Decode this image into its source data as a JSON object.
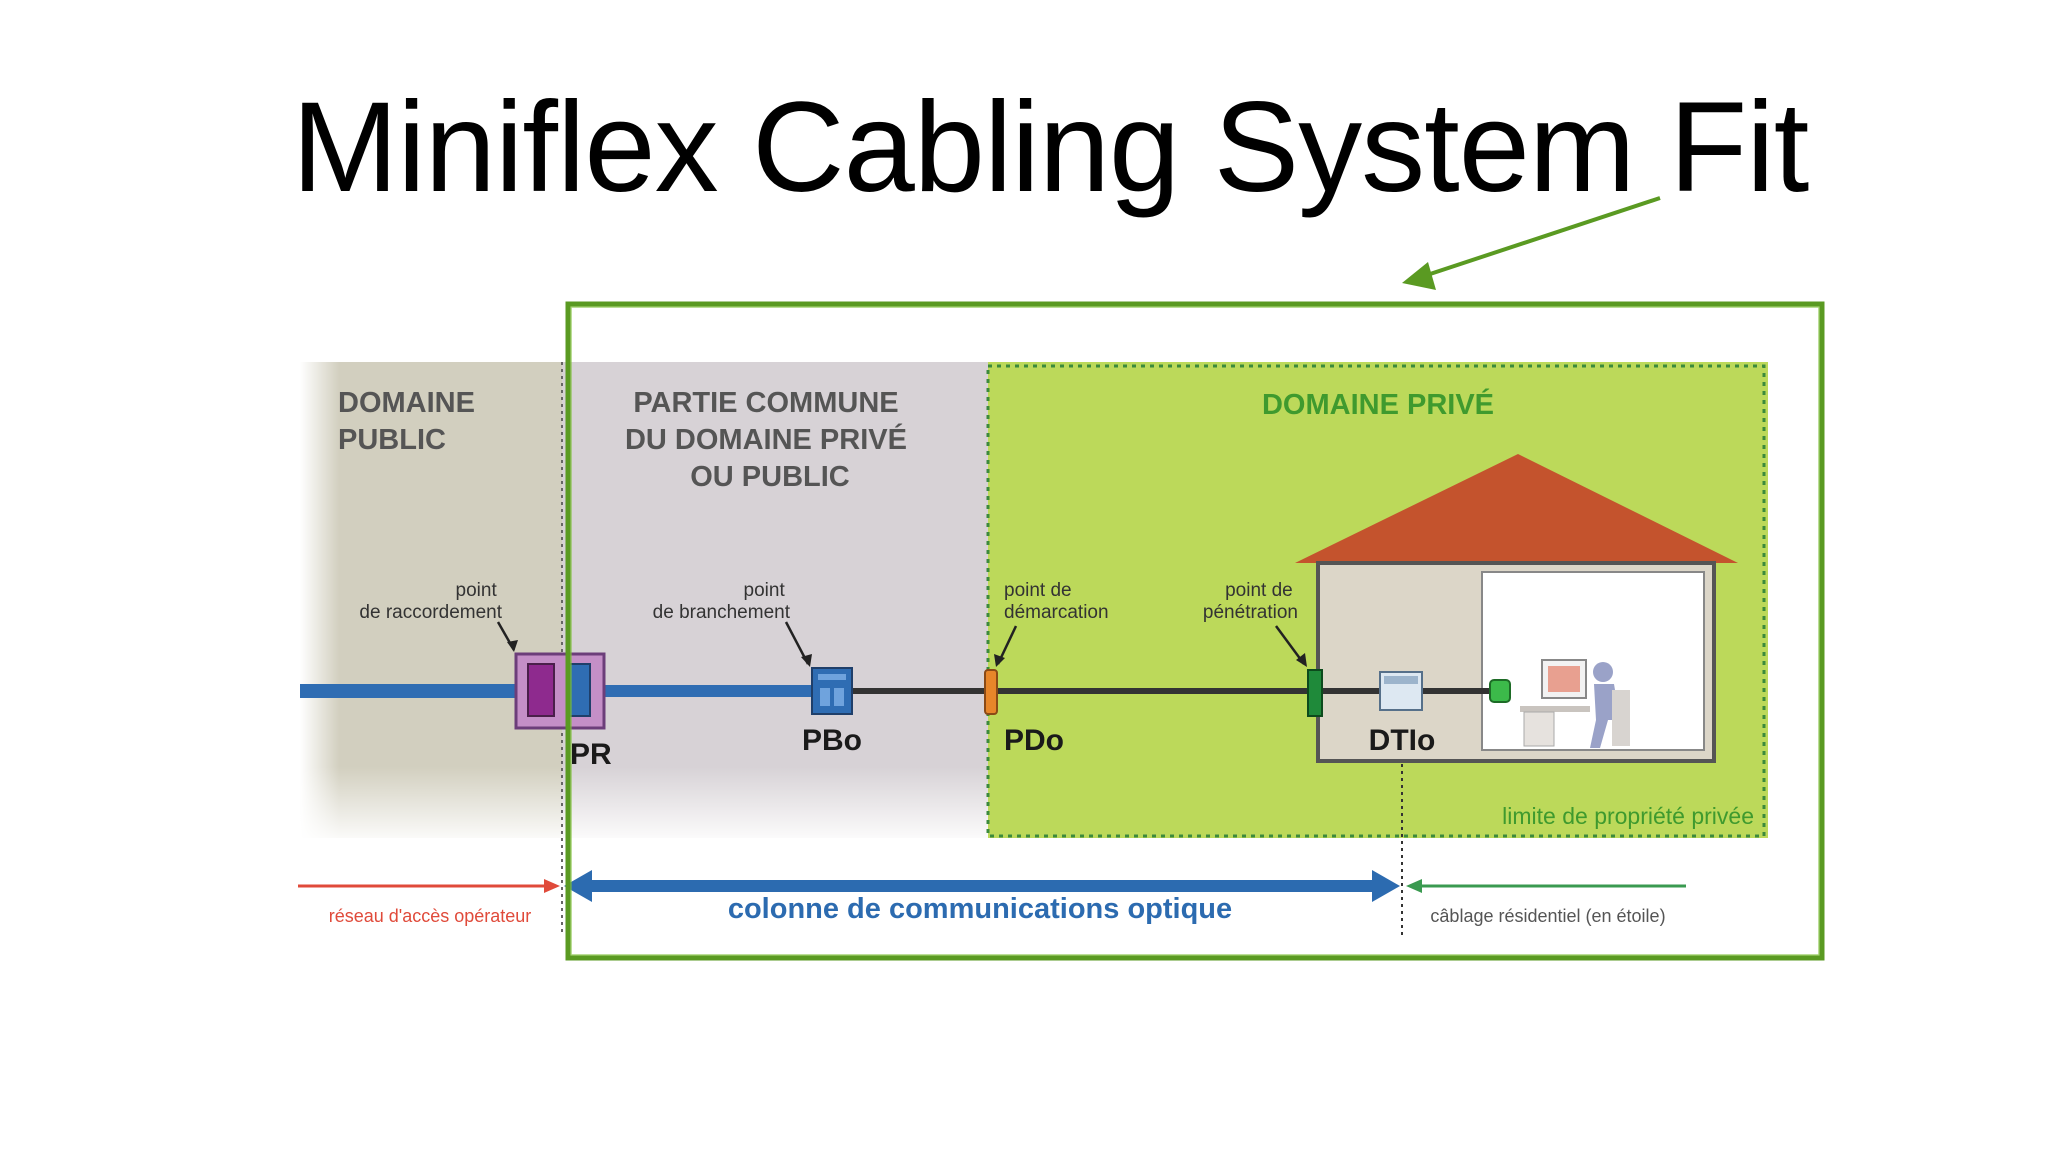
{
  "title": "Miniflex Cabling System Fit",
  "zones": {
    "public": {
      "line1": "DOMAINE",
      "line2": "PUBLIC"
    },
    "shared": {
      "line1": "PARTIE COMMUNE",
      "line2": "DU DOMAINE PRIVÉ",
      "line3": "OU PUBLIC"
    },
    "private": {
      "line1": "DOMAINE PRIVÉ"
    }
  },
  "callouts": {
    "pr": {
      "line1": "point",
      "line2": "de raccordement"
    },
    "pbo": {
      "line1": "point",
      "line2": "de branchement"
    },
    "pdo": {
      "line1": "point de",
      "line2": "démarcation"
    },
    "pen": {
      "line1": "point de",
      "line2": "pénétration"
    }
  },
  "devices": {
    "pr": "PR",
    "pbo": "PBo",
    "pdo": "PDo",
    "dtio": "DTIo"
  },
  "private_limit_label": "limite de propriété privée",
  "segments": {
    "operator": "réseau d'accès opérateur",
    "column": "colonne de communications optique",
    "residential": "câblage résidentiel (en étoile)"
  },
  "colors": {
    "public_zone": "#d2cfbf",
    "shared_zone": "#d7d2d6",
    "private_zone": "#bcd95a",
    "private_heading": "#3f9a2e",
    "zone_heading": "#555555",
    "highlight_frame": "#5a9a22",
    "cable_blue": "#2f6db3",
    "pr_box": "#b04aa8",
    "pdo_orange": "#e7862a",
    "pen_green": "#1f8a3a",
    "roof": "#c4532d",
    "operator_red": "#e04a3a",
    "column_blue": "#2c6bb0",
    "residential_green": "#3a9a50"
  }
}
